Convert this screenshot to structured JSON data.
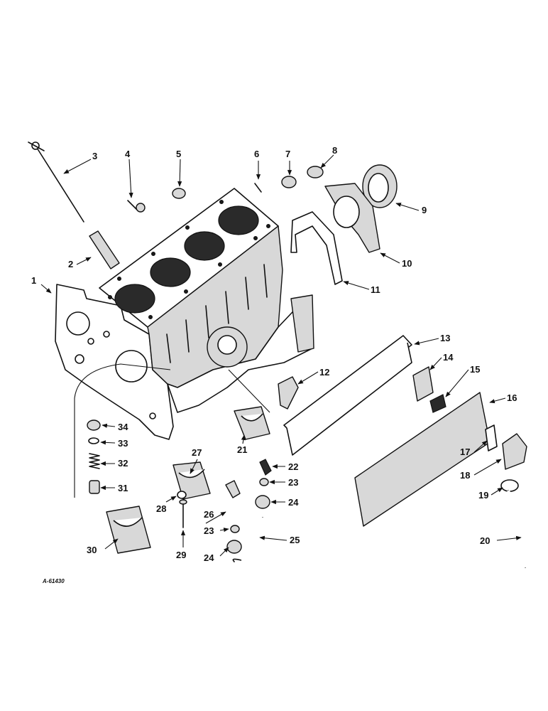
{
  "figure": {
    "reference": "A-61430",
    "callouts": [
      "1",
      "2",
      "3",
      "4",
      "5",
      "6",
      "7",
      "8",
      "9",
      "10",
      "11",
      "12",
      "13",
      "14",
      "15",
      "16",
      "17",
      "18",
      "19",
      "20",
      "21",
      "22",
      "23",
      "24",
      "25",
      "26",
      "27",
      "28",
      "29",
      "30",
      "31",
      "32",
      "33",
      "34"
    ],
    "callout_23b": "23",
    "callout_24b": "24"
  }
}
